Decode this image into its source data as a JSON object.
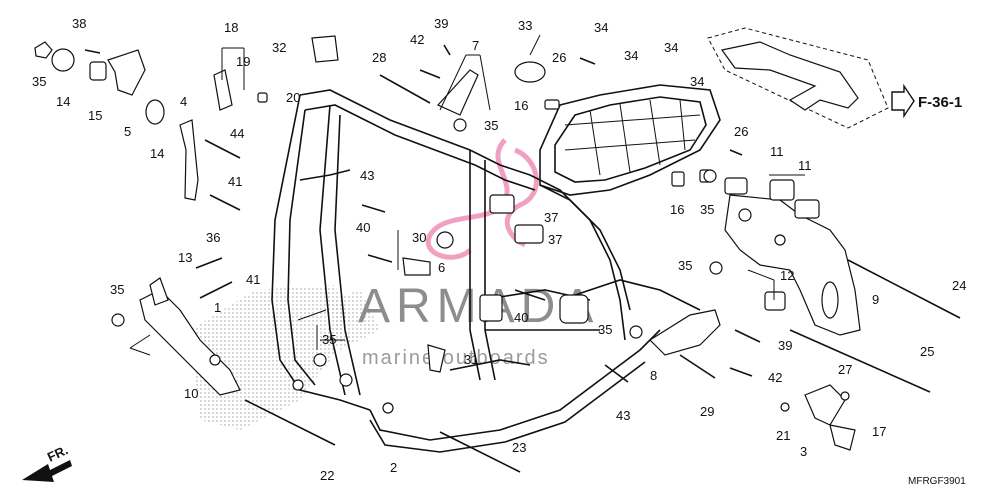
{
  "diagram": {
    "code": "MFRGF3901",
    "reference": "F-36-1",
    "direction_label": "FR.",
    "watermark": {
      "brand": "ARMADA",
      "tagline": "marine outboards"
    },
    "colors": {
      "line": "#111111",
      "watermark": "#e2337a",
      "stipple": "#9a9a9a"
    },
    "callouts": [
      {
        "n": "38"
      },
      {
        "n": "35"
      },
      {
        "n": "14"
      },
      {
        "n": "15"
      },
      {
        "n": "5"
      },
      {
        "n": "14"
      },
      {
        "n": "4"
      },
      {
        "n": "18"
      },
      {
        "n": "19"
      },
      {
        "n": "20"
      },
      {
        "n": "44"
      },
      {
        "n": "41"
      },
      {
        "n": "32"
      },
      {
        "n": "28"
      },
      {
        "n": "39"
      },
      {
        "n": "42"
      },
      {
        "n": "7"
      },
      {
        "n": "35"
      },
      {
        "n": "33"
      },
      {
        "n": "26"
      },
      {
        "n": "34"
      },
      {
        "n": "34"
      },
      {
        "n": "34"
      },
      {
        "n": "34"
      },
      {
        "n": "16"
      },
      {
        "n": "26"
      },
      {
        "n": "16"
      },
      {
        "n": "35"
      },
      {
        "n": "11"
      },
      {
        "n": "11"
      },
      {
        "n": "43"
      },
      {
        "n": "40"
      },
      {
        "n": "37"
      },
      {
        "n": "30"
      },
      {
        "n": "37"
      },
      {
        "n": "6"
      },
      {
        "n": "36"
      },
      {
        "n": "13"
      },
      {
        "n": "41"
      },
      {
        "n": "35"
      },
      {
        "n": "1"
      },
      {
        "n": "35"
      },
      {
        "n": "12"
      },
      {
        "n": "9"
      },
      {
        "n": "24"
      },
      {
        "n": "40"
      },
      {
        "n": "35"
      },
      {
        "n": "39"
      },
      {
        "n": "35"
      },
      {
        "n": "31"
      },
      {
        "n": "8"
      },
      {
        "n": "25"
      },
      {
        "n": "10"
      },
      {
        "n": "42"
      },
      {
        "n": "43"
      },
      {
        "n": "29"
      },
      {
        "n": "27"
      },
      {
        "n": "21"
      },
      {
        "n": "17"
      },
      {
        "n": "3"
      },
      {
        "n": "22"
      },
      {
        "n": "2"
      },
      {
        "n": "23"
      }
    ]
  }
}
